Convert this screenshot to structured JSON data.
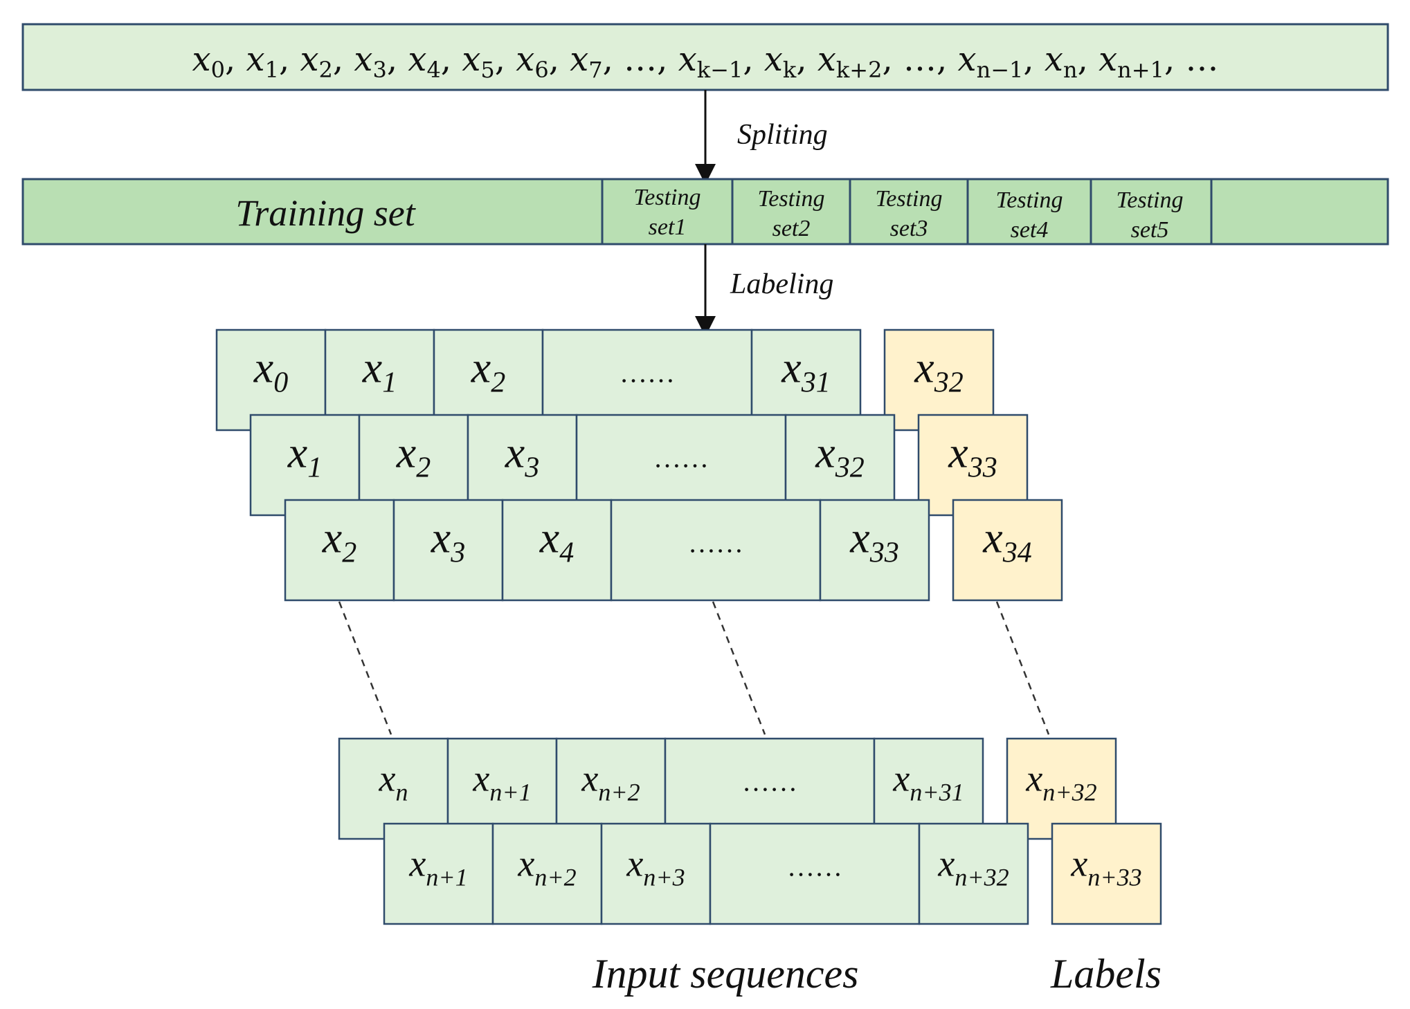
{
  "top_sequence": {
    "terms": [
      {
        "b": "x",
        "s": "0"
      },
      {
        "b": "x",
        "s": "1"
      },
      {
        "b": "x",
        "s": "2"
      },
      {
        "b": "x",
        "s": "3"
      },
      {
        "b": "x",
        "s": "4"
      },
      {
        "b": "x",
        "s": "5"
      },
      {
        "b": "x",
        "s": "6"
      },
      {
        "b": "x",
        "s": "7"
      },
      {
        "b": "…",
        "s": ""
      },
      {
        "b": "x",
        "s": "k−1"
      },
      {
        "b": "x",
        "s": "k"
      },
      {
        "b": "x",
        "s": "k+2"
      },
      {
        "b": "…",
        "s": ""
      },
      {
        "b": "x",
        "s": "n−1"
      },
      {
        "b": "x",
        "s": "n"
      },
      {
        "b": "x",
        "s": "n+1"
      },
      {
        "b": "…",
        "s": ""
      }
    ]
  },
  "steps": {
    "splitting": "Spliting",
    "labeling": "Labeling"
  },
  "split_bar": {
    "training_label": "Training set",
    "testing_sets": [
      {
        "line1": "Testing",
        "line2": "set1"
      },
      {
        "line1": "Testing",
        "line2": "set2"
      },
      {
        "line1": "Testing",
        "line2": "set3"
      },
      {
        "line1": "Testing",
        "line2": "set4"
      },
      {
        "line1": "Testing",
        "line2": "set5"
      }
    ]
  },
  "windows": [
    {
      "cells": [
        {
          "b": "x",
          "s": "0"
        },
        {
          "b": "x",
          "s": "1"
        },
        {
          "b": "x",
          "s": "2"
        },
        {
          "b": "……",
          "s": ""
        },
        {
          "b": "x",
          "s": "31"
        }
      ],
      "label": {
        "b": "x",
        "s": "32"
      }
    },
    {
      "cells": [
        {
          "b": "x",
          "s": "1"
        },
        {
          "b": "x",
          "s": "2"
        },
        {
          "b": "x",
          "s": "3"
        },
        {
          "b": "……",
          "s": ""
        },
        {
          "b": "x",
          "s": "32"
        }
      ],
      "label": {
        "b": "x",
        "s": "33"
      }
    },
    {
      "cells": [
        {
          "b": "x",
          "s": "2"
        },
        {
          "b": "x",
          "s": "3"
        },
        {
          "b": "x",
          "s": "4"
        },
        {
          "b": "……",
          "s": ""
        },
        {
          "b": "x",
          "s": "33"
        }
      ],
      "label": {
        "b": "x",
        "s": "34"
      }
    },
    {
      "cells": [
        {
          "b": "x",
          "s": "n"
        },
        {
          "b": "x",
          "s": "n+1"
        },
        {
          "b": "x",
          "s": "n+2"
        },
        {
          "b": "……",
          "s": ""
        },
        {
          "b": "x",
          "s": "n+31"
        }
      ],
      "label": {
        "b": "x",
        "s": "n+32"
      }
    },
    {
      "cells": [
        {
          "b": "x",
          "s": "n+1"
        },
        {
          "b": "x",
          "s": "n+2"
        },
        {
          "b": "x",
          "s": "n+3"
        },
        {
          "b": "……",
          "s": ""
        },
        {
          "b": "x",
          "s": "n+32"
        }
      ],
      "label": {
        "b": "x",
        "s": "n+33"
      }
    }
  ],
  "captions": {
    "inputs": "Input sequences",
    "labels": "Labels"
  },
  "colors": {
    "sequence_fill": "#deefd8",
    "split_fill": "#b9dfb3",
    "cell_fill": "#dff0dc",
    "label_fill": "#fff2cc",
    "border": "#2f4b6b",
    "text": "#111111"
  }
}
